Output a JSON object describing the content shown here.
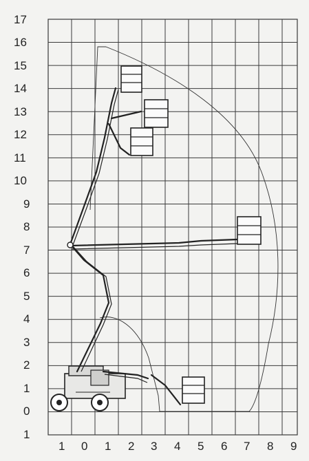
{
  "diagram": {
    "y_ticks": [
      "17",
      "16",
      "15",
      "14",
      "13",
      "12",
      "11",
      "10",
      "9",
      "8",
      "7",
      "6",
      "5",
      "4",
      "3",
      "2",
      "1",
      "0",
      "1"
    ],
    "x_ticks": [
      "1",
      "0",
      "1",
      "2",
      "3",
      "4",
      "5",
      "6",
      "7",
      "8",
      "9"
    ]
  }
}
